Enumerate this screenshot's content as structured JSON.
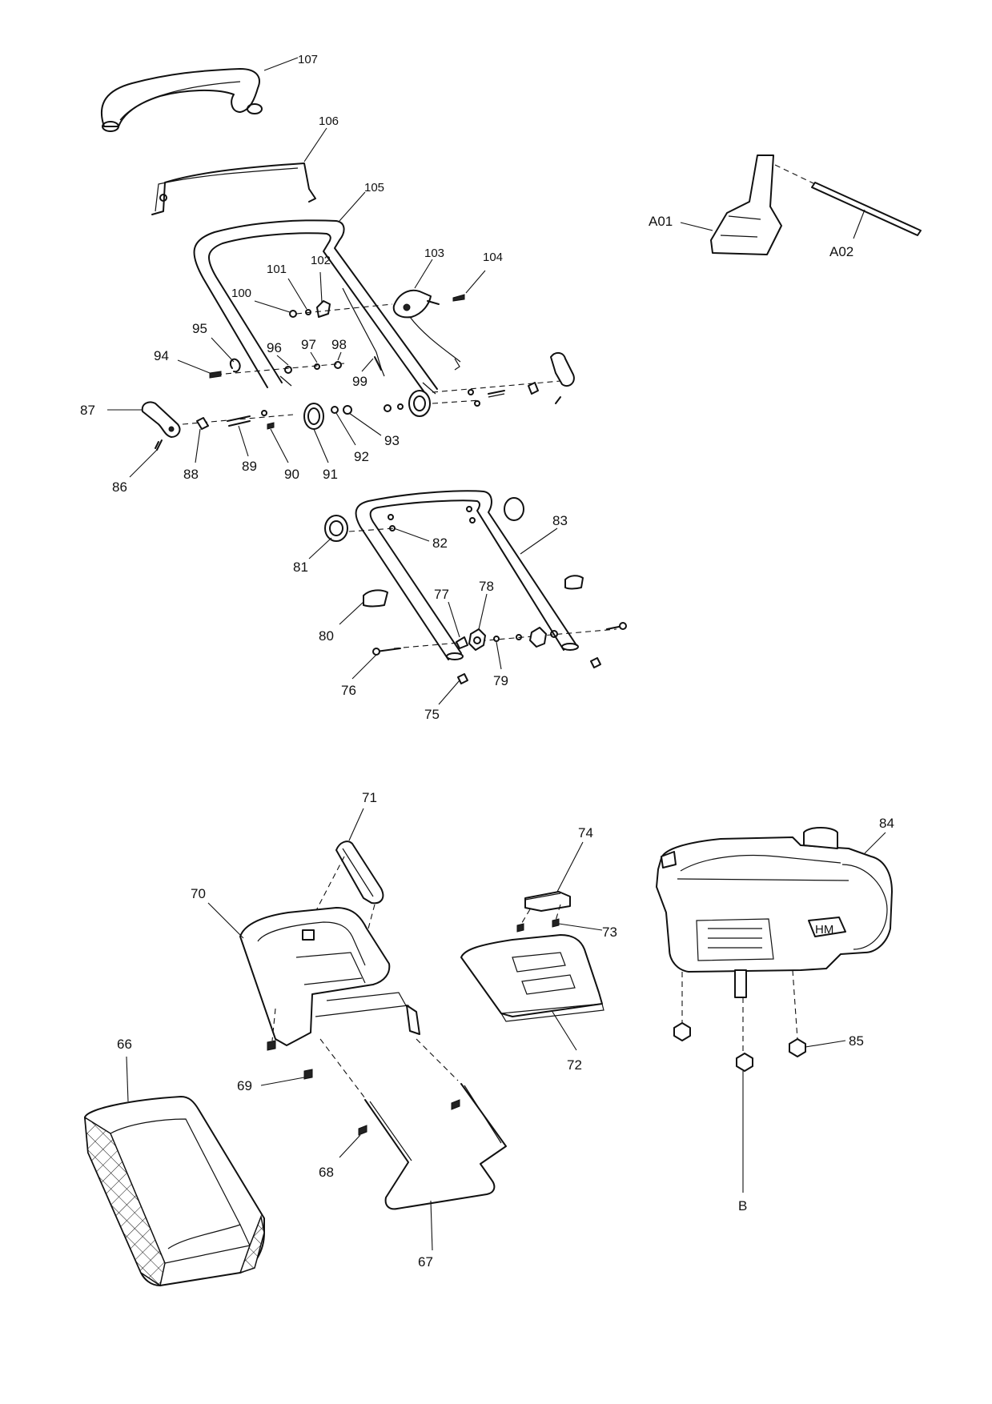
{
  "diagram": {
    "labels": {
      "l107": "107",
      "l106": "106",
      "l105": "105",
      "l104": "104",
      "l103": "103",
      "l102": "102",
      "l101": "101",
      "l100": "100",
      "l99": "99",
      "l98": "98",
      "l97": "97",
      "l96": "96",
      "l95": "95",
      "l94": "94",
      "l93": "93",
      "l92": "92",
      "l91": "91",
      "l90": "90",
      "l89": "89",
      "l88": "88",
      "l87": "87",
      "l86": "86",
      "l85": "85",
      "l84": "84",
      "l83": "83",
      "l82": "82",
      "l81": "81",
      "l80": "80",
      "l79": "79",
      "l78": "78",
      "l77": "77",
      "l76": "76",
      "l75": "75",
      "l74": "74",
      "l73": "73",
      "l72": "72",
      "l71": "71",
      "l70": "70",
      "l69": "69",
      "l68": "68",
      "l67": "67",
      "l66": "66",
      "lA01": "A01",
      "lA02": "A02",
      "lB": "B"
    },
    "engine_decal": "HM"
  }
}
